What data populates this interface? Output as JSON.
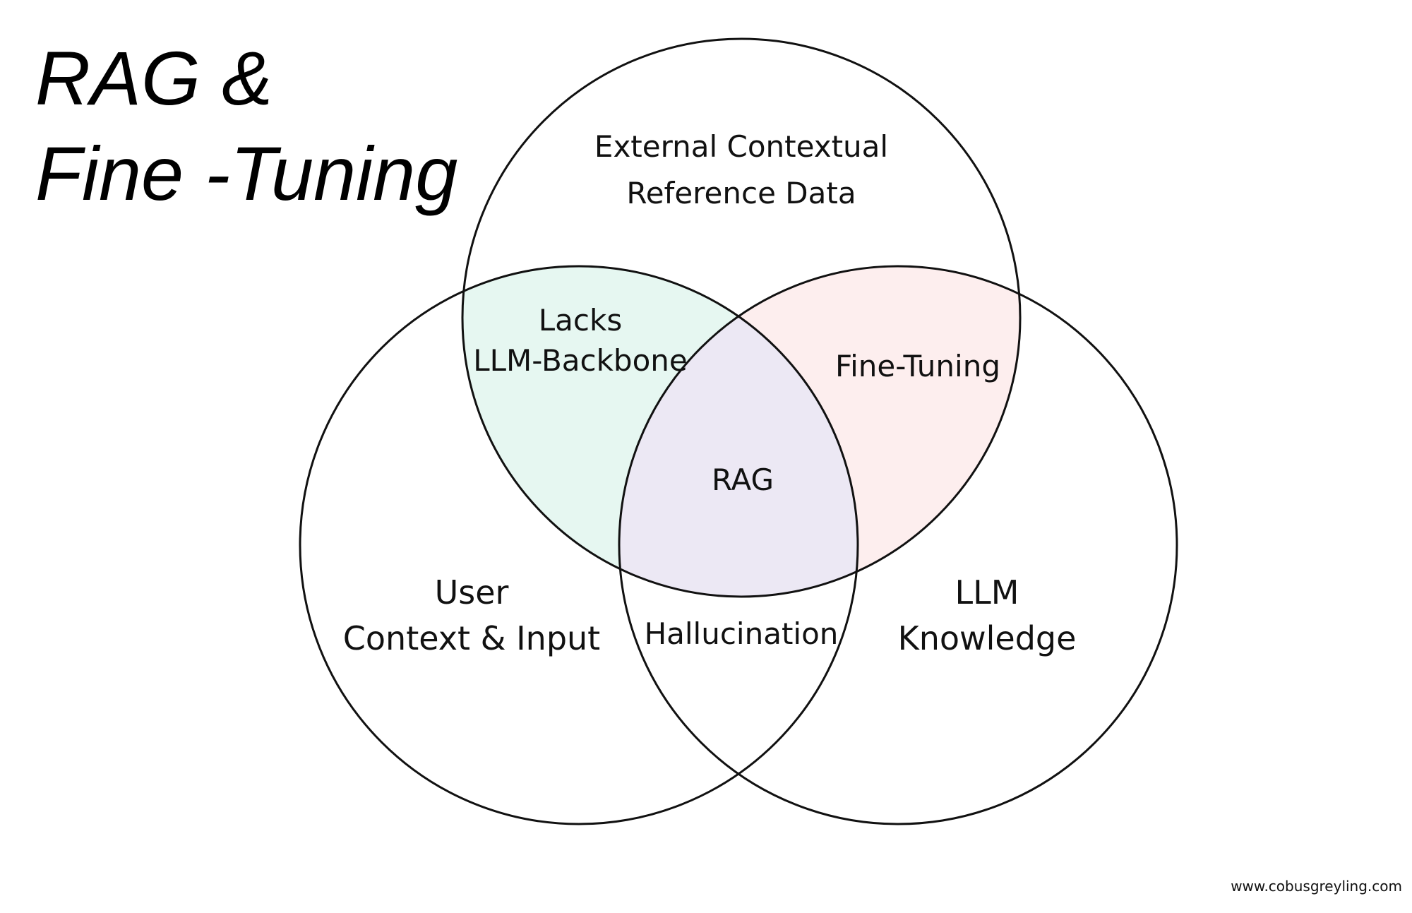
{
  "title": {
    "line1": "RAG &",
    "line2": "Fine -Tuning"
  },
  "circles": {
    "top": {
      "label_line1": "External Contextual",
      "label_line2": "Reference Data"
    },
    "left": {
      "label_line1": "User",
      "label_line2": "Context & Input"
    },
    "right": {
      "label_line1": "LLM",
      "label_line2": "Knowledge"
    }
  },
  "regions": {
    "top_left": {
      "label_line1": "Lacks",
      "label_line2": "LLM-Backbone",
      "color": "#e6f7f1"
    },
    "top_right": {
      "label": "Fine-Tuning",
      "color": "#fdeeee"
    },
    "center": {
      "label": "RAG",
      "color": "#ece8f4"
    },
    "bottom": {
      "label": "Hallucination"
    }
  },
  "footer": {
    "url": "www.cobusgreyling.com"
  }
}
